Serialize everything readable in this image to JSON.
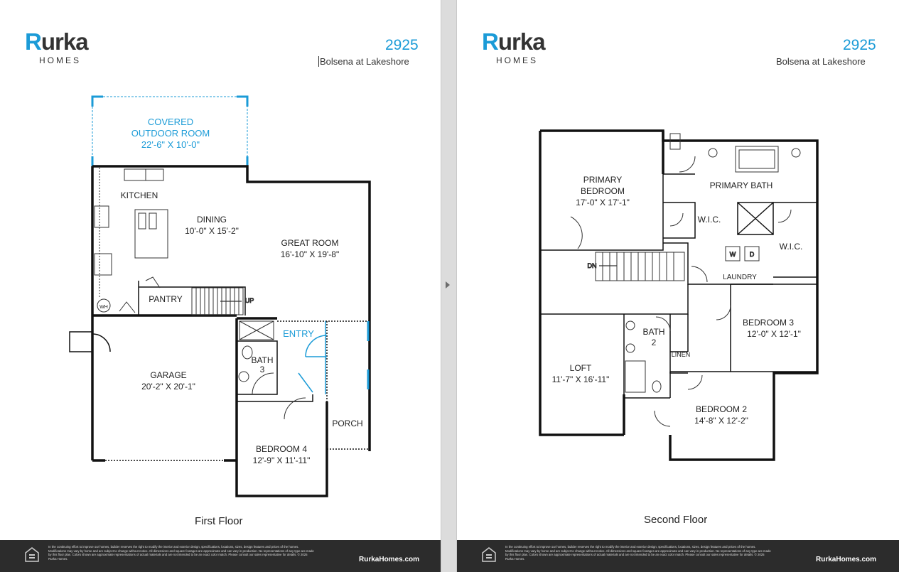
{
  "left_page": {
    "brand": {
      "logo_word": "Rurka",
      "logo_sub": "HOMES"
    },
    "plan_number": "2925",
    "community": "Bolsena at Lakeshore",
    "floor_label": "First Floor",
    "rooms": {
      "covered_outdoor_room": {
        "name1": "COVERED",
        "name2": "OUTDOOR ROOM",
        "size": "22'-6\" X 10'-0\""
      },
      "kitchen": {
        "name": "KITCHEN"
      },
      "dining": {
        "name": "DINING",
        "size": "10'-0\" X 15'-2\""
      },
      "great_room": {
        "name": "GREAT ROOM",
        "size": "16'-10\" X 19'-8\""
      },
      "pantry": {
        "name": "PANTRY"
      },
      "water_heater": {
        "name": "WH"
      },
      "stairs_up": {
        "name": "UP"
      },
      "entry": {
        "name": "ENTRY"
      },
      "bath3": {
        "name1": "BATH",
        "name2": "3"
      },
      "garage": {
        "name": "GARAGE",
        "size": "20'-2\" X 20'-1\""
      },
      "porch": {
        "name": "PORCH"
      },
      "bedroom4": {
        "name": "BEDROOM 4",
        "size": "12'-9\" X 11'-11\""
      }
    },
    "footer": {
      "disclaimer": "In the continuing effort to improve our homes, builder reserves the right to modify the interior and exterior design, specifications, locations, sizes, design features and prices of the homes. Modifications may vary by home and are subject to change without notice. All dimensions and square footages are approximate and can vary in production. No representations of any type are made by this floor plan. Colors shown are approximate representations of actual materials and are not intended to be an exact color match. Please consult our sales representative for details. © 2025 Rurka Homes.",
      "site": "RurkaHomes.com"
    }
  },
  "right_page": {
    "brand": {
      "logo_word": "Rurka",
      "logo_sub": "HOMES"
    },
    "plan_number": "2925",
    "community": "Bolsena at Lakeshore",
    "floor_label": "Second Floor",
    "rooms": {
      "primary_bedroom": {
        "name1": "PRIMARY",
        "name2": "BEDROOM",
        "size": "17'-0\" X 17'-1\""
      },
      "primary_bath": {
        "name": "PRIMARY BATH"
      },
      "wic1": {
        "name": "W.I.C."
      },
      "wic2": {
        "name": "W.I.C."
      },
      "laundry": {
        "name": "LAUNDRY",
        "washer": "W",
        "dryer": "D"
      },
      "stairs_down": {
        "name": "DN"
      },
      "bedroom3": {
        "name": "BEDROOM 3",
        "size": "12'-0\" X 12'-1\""
      },
      "loft": {
        "name": "LOFT",
        "size": "11'-7\" X 16'-11\""
      },
      "bath2": {
        "name1": "BATH",
        "name2": "2"
      },
      "linen": {
        "name": "LINEN"
      },
      "bedroom2": {
        "name": "BEDROOM 2",
        "size": "14'-8\" X 12'-2\""
      }
    },
    "footer": {
      "disclaimer": "In the continuing effort to improve our homes, builder reserves the right to modify the interior and exterior design, specifications, locations, sizes, design features and prices of the homes. Modifications may vary by home and are subject to change without notice. All dimensions and square footages are approximate and can vary in production. No representations of any type are made by this floor plan. Colors shown are approximate representations of actual materials and are not intended to be an exact color match. Please consult our sales representative for details. © 2025 Rurka Homes.",
      "site": "RurkaHomes.com"
    }
  },
  "colors": {
    "brand_blue": "#1b9bd7",
    "wall": "#111111",
    "footer_bg": "#2c2c2c"
  },
  "icons": [
    "equal-housing-opportunity-icon",
    "page-next-arrow-icon"
  ]
}
